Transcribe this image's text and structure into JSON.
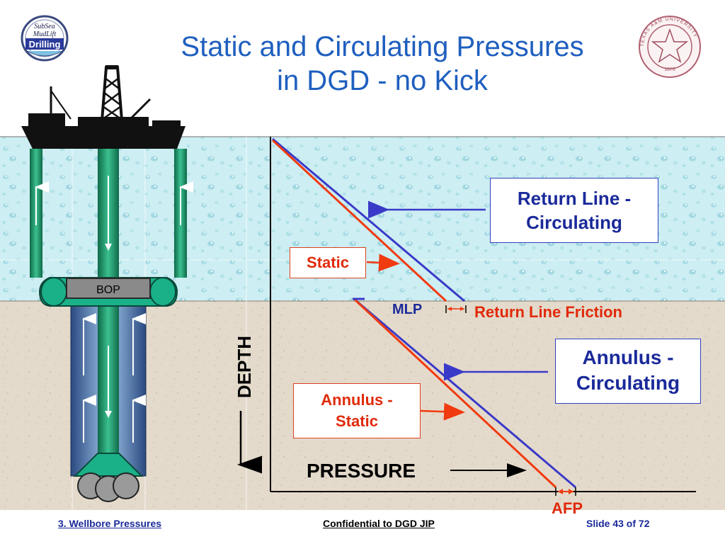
{
  "title": {
    "line1": "Static and Circulating Pressures",
    "line2": "in DGD - no Kick"
  },
  "logo_left": {
    "line1": "SubSea",
    "line2": "MudLift",
    "line3": "Drilling"
  },
  "logo_right": {
    "text": "TEXAS A&M UNIVERSITY",
    "year": "1876"
  },
  "diagram": {
    "bop_label": "BOP",
    "depth_label": "DEPTH",
    "pressure_label": "PRESSURE",
    "mlp_label": "MLP",
    "afp_label": "AFP",
    "return_line_friction_label": "Return Line Friction",
    "return_line_circulating": {
      "line1": "Return Line -",
      "line2": "Circulating"
    },
    "annulus_circulating": {
      "line1": "Annulus -",
      "line2": "Circulating"
    },
    "static_label": "Static",
    "annulus_static": {
      "line1": "Annulus -",
      "line2": "Static"
    },
    "colors": {
      "circulating": "#3a3ac8",
      "static": "#f03a10",
      "pipe": "#1a9a6a",
      "sea": "#cdeef2",
      "seabed": "#e2d8c8",
      "title": "#1f5fbf"
    }
  },
  "footer": {
    "section": "3. Wellbore Pressures",
    "confidential": "Confidential to DGD JIP",
    "slide": "Slide 43 of 72"
  }
}
